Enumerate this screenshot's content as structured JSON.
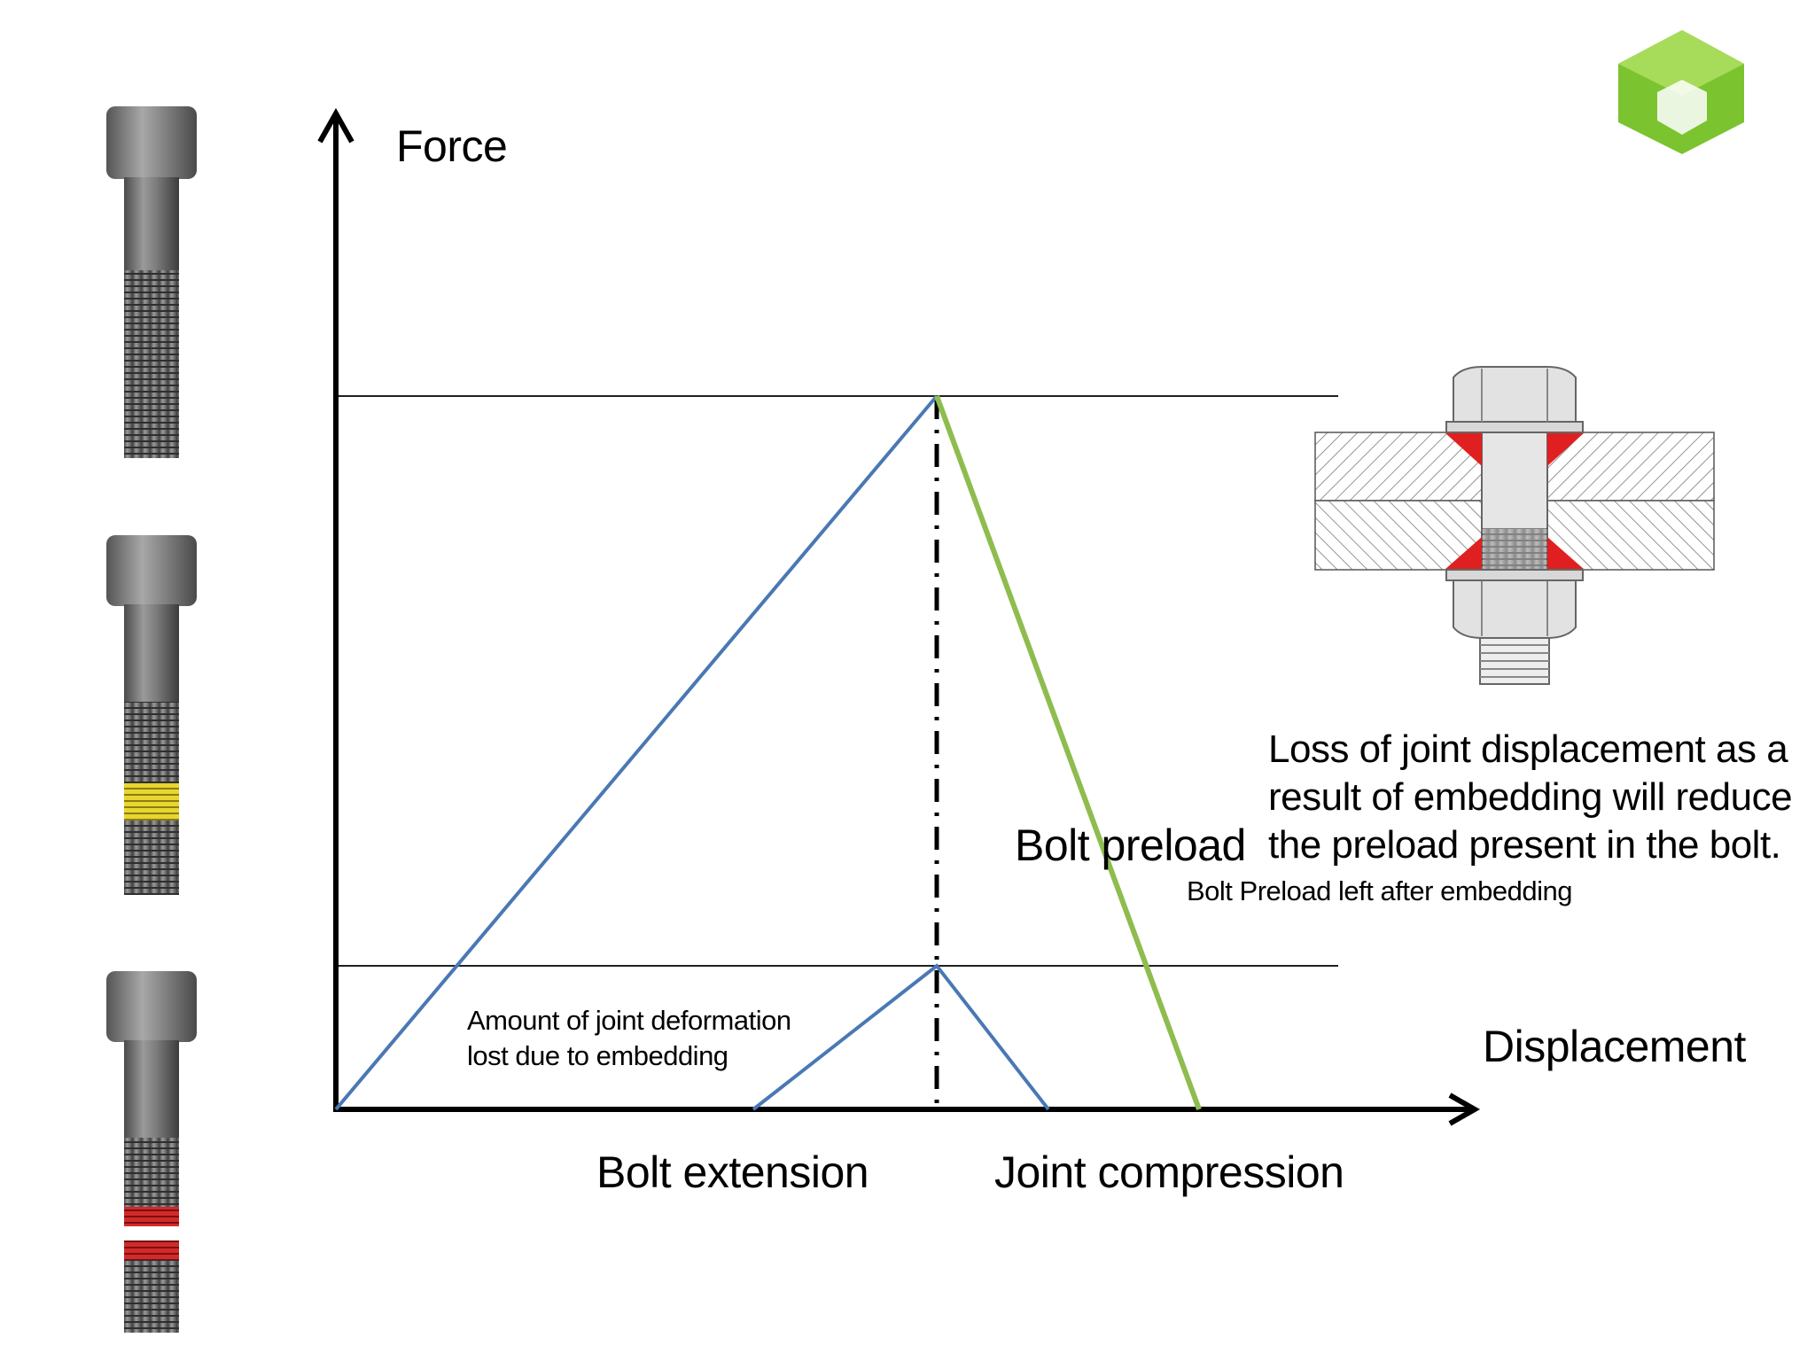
{
  "diagram": {
    "axis_y_label": "Force",
    "axis_x_label": "Displacement",
    "bolt_extension_label": "Bolt extension",
    "joint_compression_label": "Joint compression",
    "bolt_preload_label": "Bolt preload",
    "preload_left_label": "Bolt Preload left after embedding",
    "deformation_note_line1": "Amount of joint deformation",
    "deformation_note_line2": "lost due to embedding",
    "explanation_line1": "Loss of joint displacement as a",
    "explanation_line2": "result of embedding will reduce",
    "explanation_line3": "the preload present in the bolt.",
    "colors": {
      "bolt_line": "#4a78b4",
      "joint_line": "#8fbc4f",
      "axis": "#000000",
      "embedding_highlight_yellow": "#e8d630",
      "embedding_highlight_red": "#e02020",
      "logo_green": "#7cc330"
    },
    "icons": [
      "bolt-photo-icon",
      "bolt-yellow-band-icon",
      "bolt-red-band-icon",
      "bolted-joint-cross-section-icon",
      "hexagon-logo-icon"
    ]
  }
}
